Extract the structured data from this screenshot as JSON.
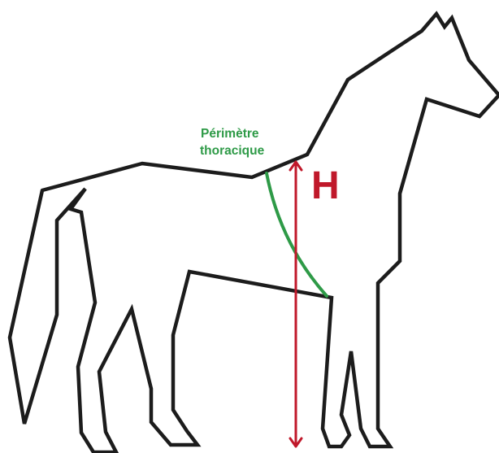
{
  "labels": {
    "girth_line1": "Périmètre",
    "girth_line2": "thoracique",
    "height": "H"
  },
  "colors": {
    "outline": "#1c1c1c",
    "girth": "#2e9a47",
    "height": "#c0182a"
  },
  "icons": {
    "horse": "horse-silhouette-icon",
    "height_arrow": "double-arrow-vertical-icon"
  }
}
